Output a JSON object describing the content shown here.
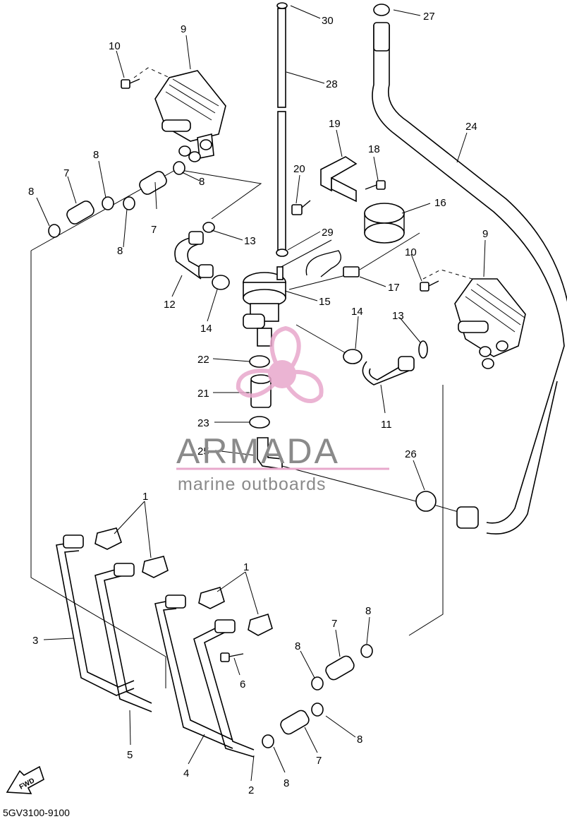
{
  "callouts": [
    "30",
    "27",
    "9",
    "10",
    "28",
    "24",
    "19",
    "18",
    "8",
    "7",
    "20",
    "16",
    "8",
    "8",
    "7",
    "29",
    "13",
    "9",
    "10",
    "8",
    "17",
    "12",
    "15",
    "14",
    "14",
    "13",
    "22",
    "21",
    "11",
    "23",
    "25",
    "26",
    "1",
    "1",
    "3",
    "8",
    "7",
    "8",
    "6",
    "8",
    "5",
    "4",
    "2",
    "8",
    "7"
  ],
  "drawing_code": "5GV3100-9100",
  "watermark": {
    "title": "ARMADA",
    "subtitle": "marine outboards",
    "brand_color": "#e8a8cc",
    "logo": "propeller-icon"
  },
  "fwd_label": "FWD"
}
